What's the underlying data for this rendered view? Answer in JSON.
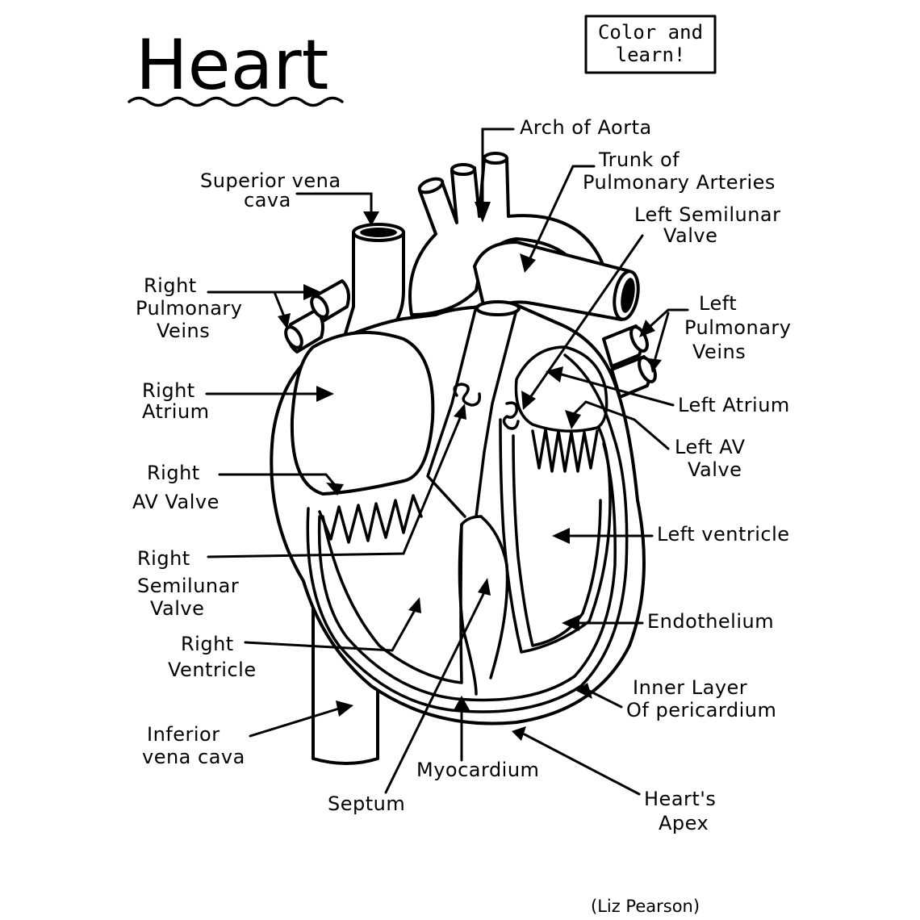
{
  "title": "Heart",
  "badge": {
    "line1": "Color and",
    "line2": "learn!"
  },
  "credit": "(Liz Pearson)",
  "labels": {
    "arch_of_aorta": "Arch of Aorta",
    "trunk_line1": "Trunk of",
    "trunk_line2": "Pulmonary Arteries",
    "superior_line1": "Superior vena",
    "superior_line2": "cava",
    "left_semilunar_line1": "Left Semilunar",
    "left_semilunar_line2": "Valve",
    "right_pulm_line1": "Right",
    "right_pulm_line2": "Pulmonary",
    "right_pulm_line3": "Veins",
    "left_pulm_line1": "Left",
    "left_pulm_line2": "Pulmonary",
    "left_pulm_line3": "Veins",
    "right_atrium_line1": "Right",
    "right_atrium_line2": "Atrium",
    "left_atrium": "Left Atrium",
    "left_av_line1": "Left AV",
    "left_av_line2": "Valve",
    "right_av_line1": "Right",
    "right_av_line2": "AV Valve",
    "left_ventricle": "Left ventricle",
    "right_semilunar_line1": "Right",
    "right_semilunar_line2": "Semilunar",
    "right_semilunar_line3": "Valve",
    "endothelium": "Endothelium",
    "right_ventricle_line1": "Right",
    "right_ventricle_line2": "Ventricle",
    "inner_layer_line1": "Inner Layer",
    "inner_layer_line2": "Of pericardium",
    "inferior_line1": "Inferior",
    "inferior_line2": "vena cava",
    "myocardium": "Myocardium",
    "septum": "Septum",
    "apex_line1": "Heart's",
    "apex_line2": "Apex"
  }
}
